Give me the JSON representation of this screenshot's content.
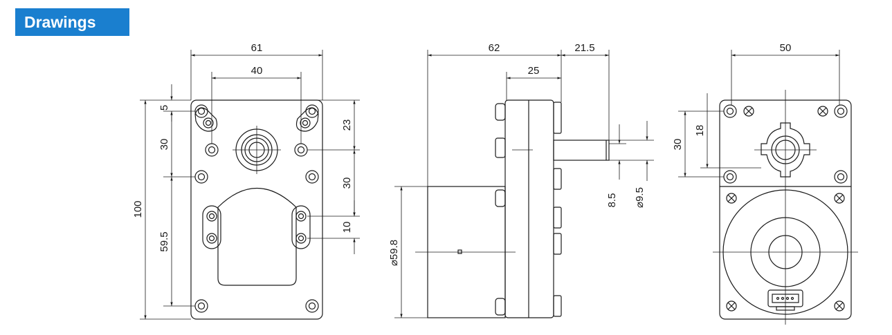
{
  "header": {
    "title": "Drawings"
  },
  "front_view": {
    "dims": {
      "width": "61",
      "hole_spacing": "40",
      "height": "100",
      "d5": "5",
      "d30_left": "30",
      "d59_5": "59.5",
      "d23": "23",
      "d30_right": "30",
      "d10": "10"
    }
  },
  "side_view": {
    "dims": {
      "length": "62",
      "shaft": "21.5",
      "d25": "25",
      "motor_dia": "⌀59.8",
      "d8_5": "8.5",
      "d9_5": "⌀9.5"
    }
  },
  "rear_view": {
    "dims": {
      "width": "50",
      "d30": "30",
      "d18": "18"
    }
  },
  "colors": {
    "accent": "#1a7fcf",
    "line": "#1a1a1a"
  }
}
